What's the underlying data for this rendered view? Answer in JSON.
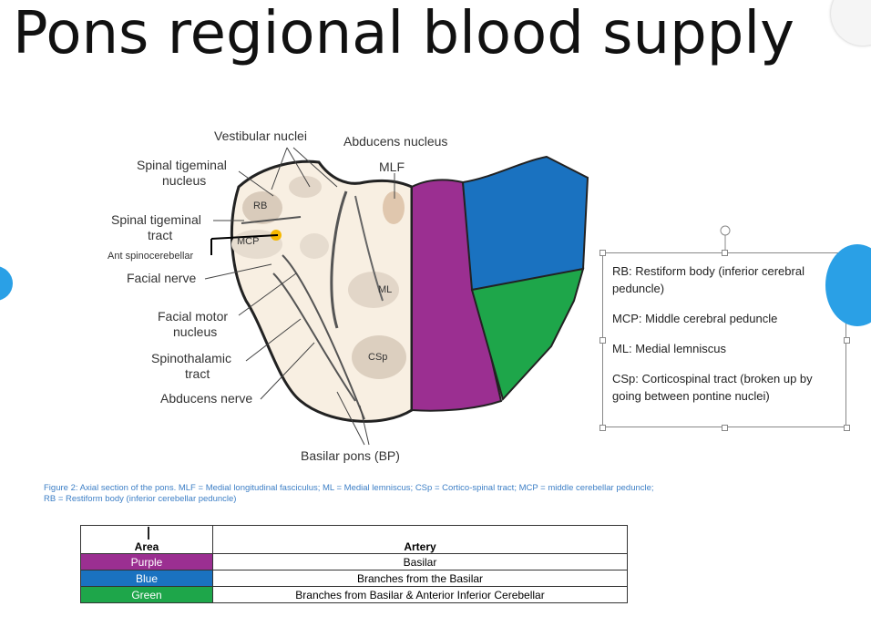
{
  "slide": {
    "title": "Pons regional blood supply"
  },
  "diagram": {
    "labels": {
      "vestibular": "Vestibular nuclei",
      "abducens_nucleus": "Abducens nucleus",
      "spinal_trig_nucleus_1": "Spinal tigeminal",
      "spinal_trig_nucleus_2": "nucleus",
      "mlf": "MLF",
      "rb": "RB",
      "spinal_trig_tract_1": "Spinal tigeminal",
      "spinal_trig_tract_2": "tract",
      "mcp": "MCP",
      "ant_spino": "Ant spinocerebellar",
      "facial_nerve": "Facial nerve",
      "ml": "ML",
      "facial_motor_1": "Facial motor",
      "facial_motor_2": "nucleus",
      "spinothalamic_1": "Spinothalamic",
      "spinothalamic_2": "tract",
      "csp": "CSp",
      "abducens_nerve": "Abducens nerve",
      "basilar_pons": "Basilar pons (BP)"
    },
    "colors": {
      "purple": "#9b2f91",
      "blue": "#1a72c0",
      "green": "#1ea64a",
      "marker": "#f5b800"
    }
  },
  "legend": {
    "rb": "RB: Restiform body (inferior cerebral peduncle)",
    "mcp": "MCP: Middle cerebral peduncle",
    "ml": "ML: Medial lemniscus",
    "csp": "CSp: Corticospinal tract (broken up by going between pontine nuclei)"
  },
  "caption": {
    "line1": "Figure 2: Axial section of the pons. MLF = Medial longitudinal fasciculus; ML = Medial lemniscus; CSp = Cortico-spinal tract; MCP = middle cerebellar peduncle;",
    "line2": "RB = Restiform body (inferior cerebellar peduncle)"
  },
  "table": {
    "headers": [
      "Area",
      "Artery"
    ],
    "rows": [
      {
        "area": "Purple",
        "artery": "Basilar"
      },
      {
        "area": "Blue",
        "artery": "Branches from the Basilar"
      },
      {
        "area": "Green",
        "artery": "Branches from Basilar & Anterior Inferior Cerebellar"
      }
    ]
  }
}
